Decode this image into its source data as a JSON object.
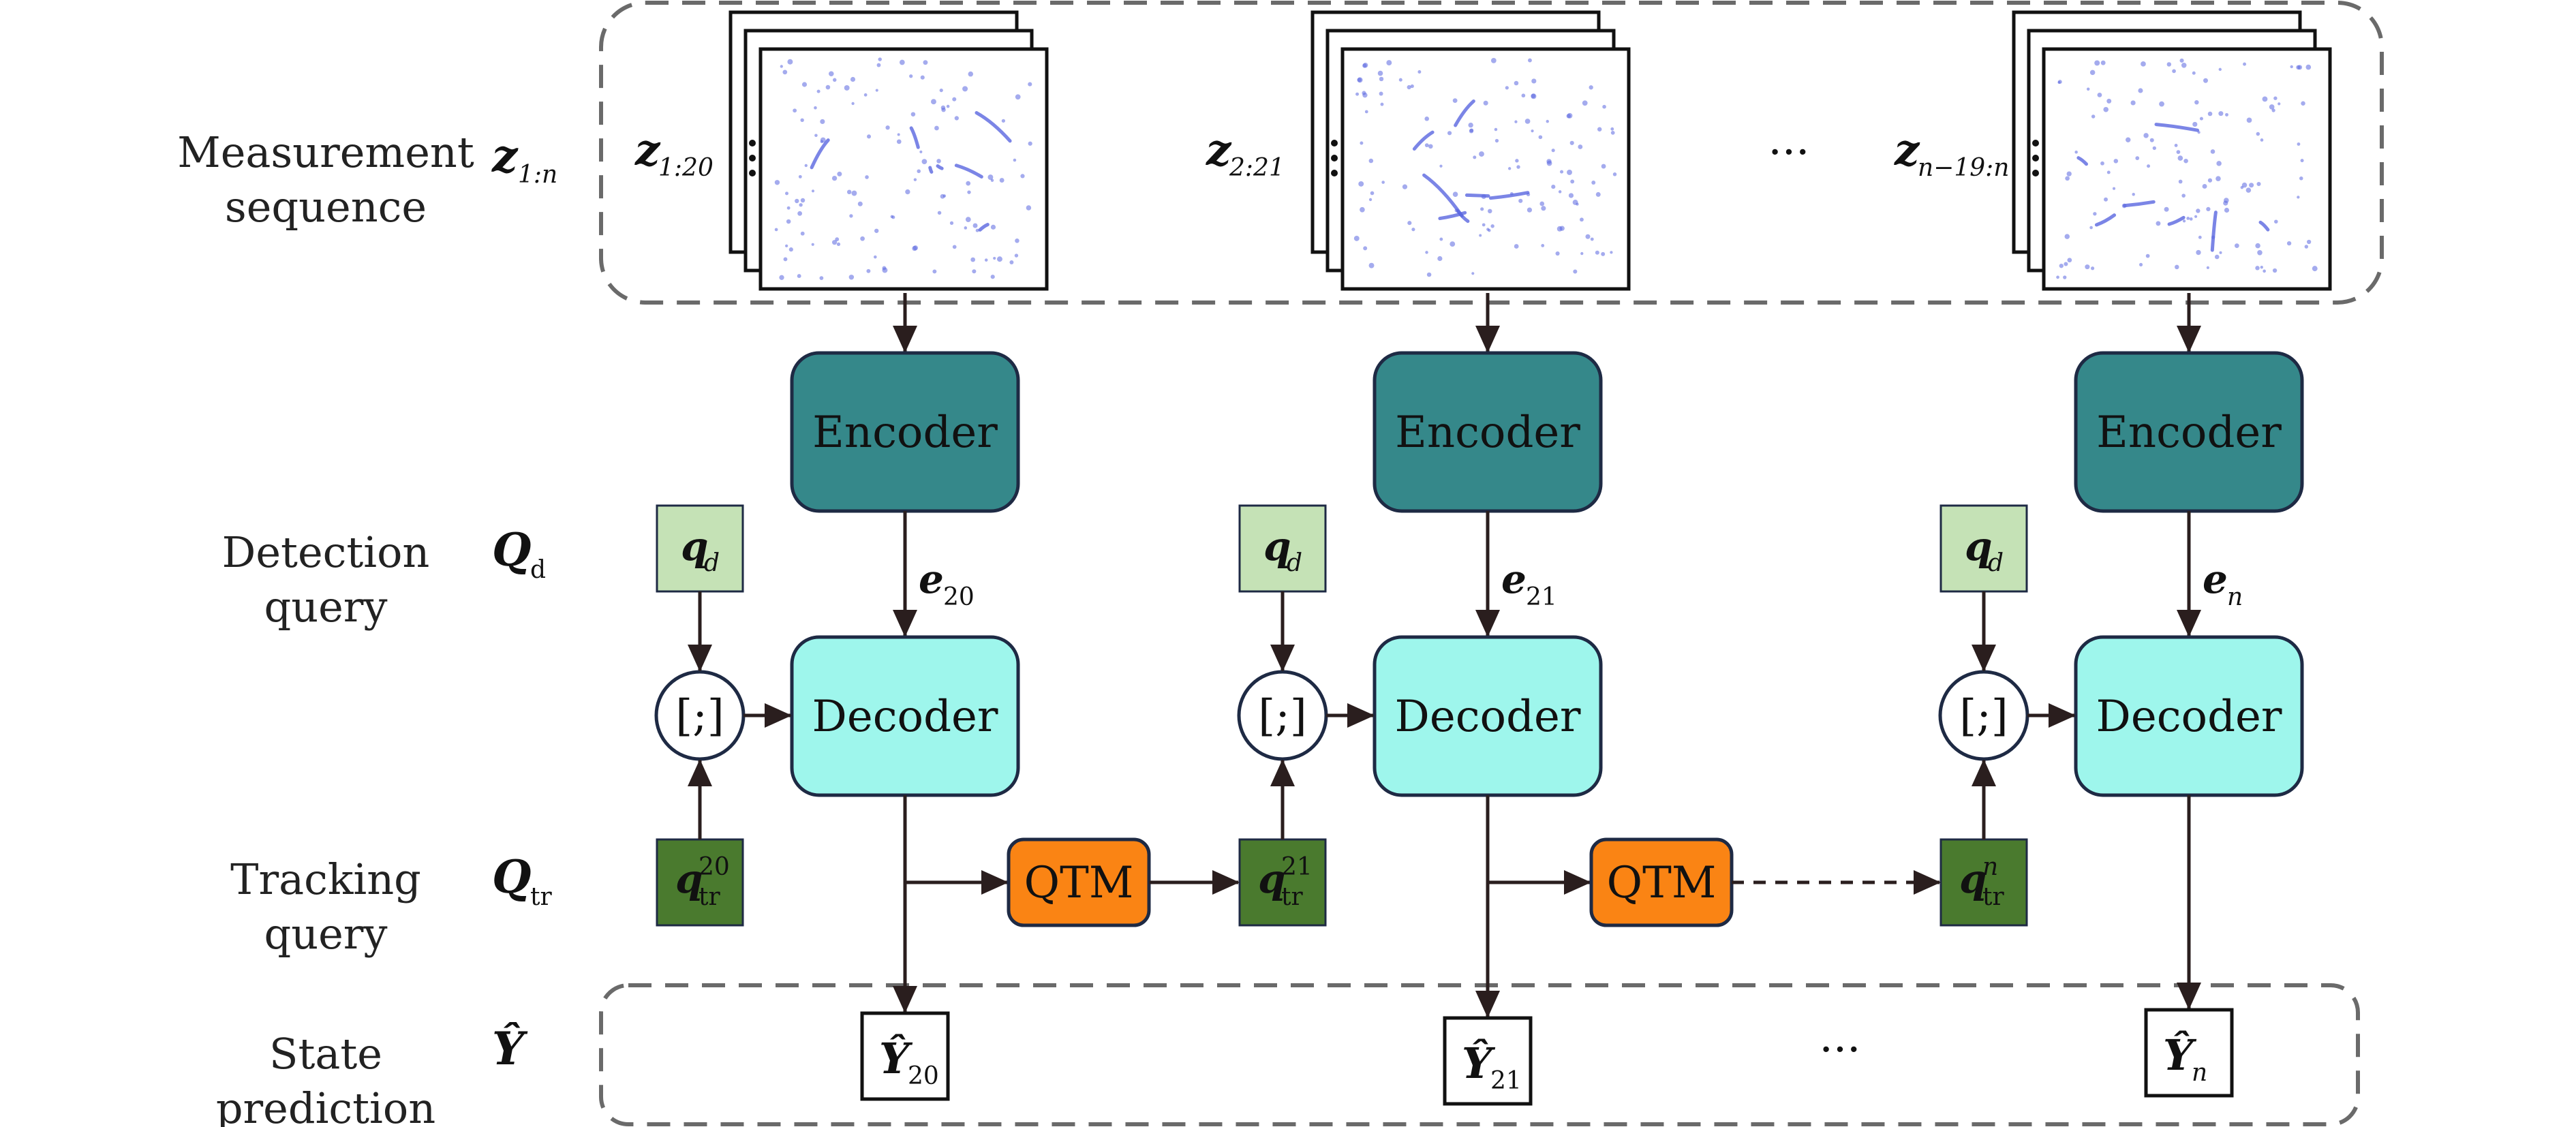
{
  "rows": {
    "measurement": {
      "line1": "Measurement",
      "line2": "sequence",
      "symbol": "z",
      "symbol_sub": "1:n"
    },
    "detection": {
      "line1": "Detection",
      "line2": "query",
      "symbol": "Q",
      "symbol_sub": "d"
    },
    "tracking": {
      "line1": "Tracking",
      "line2": "query",
      "symbol": "Q",
      "symbol_sub": "tr"
    },
    "state": {
      "line1": "State",
      "line2": "prediction",
      "symbol": "Ŷ"
    }
  },
  "columns": [
    {
      "z_sub": "1:20",
      "encoder": "Encoder",
      "e_sub": "20",
      "qd_sub": "d",
      "concat": "[;]",
      "decoder": "Decoder",
      "qtr_sup": "20",
      "qtr_sub": "tr",
      "y_sub": "20"
    },
    {
      "z_sub": "2:21",
      "encoder": "Encoder",
      "e_sub": "21",
      "qd_sub": "d",
      "concat": "[;]",
      "decoder": "Decoder",
      "qtr_sup": "21",
      "qtr_sub": "tr",
      "y_sub": "21"
    },
    {
      "z_sub": "n−19:n",
      "encoder": "Encoder",
      "e_sub": "n",
      "qd_sub": "d",
      "concat": "[;]",
      "decoder": "Decoder",
      "qtr_sup": "n",
      "qtr_sub": "tr",
      "y_sub": "n"
    }
  ],
  "qtm_label": "QTM",
  "ellipsis": "···",
  "colors": {
    "encoder": "#35888a",
    "decoder": "#9ef6ec",
    "qtm": "#fa8414",
    "qd": "#c5e2b6",
    "qtr": "#4a7a2e",
    "stroke": "#1e2a44",
    "arrow": "#2a1e1e",
    "dashed_box": "#6a6a6a",
    "plot_points": "#5a66e0"
  }
}
